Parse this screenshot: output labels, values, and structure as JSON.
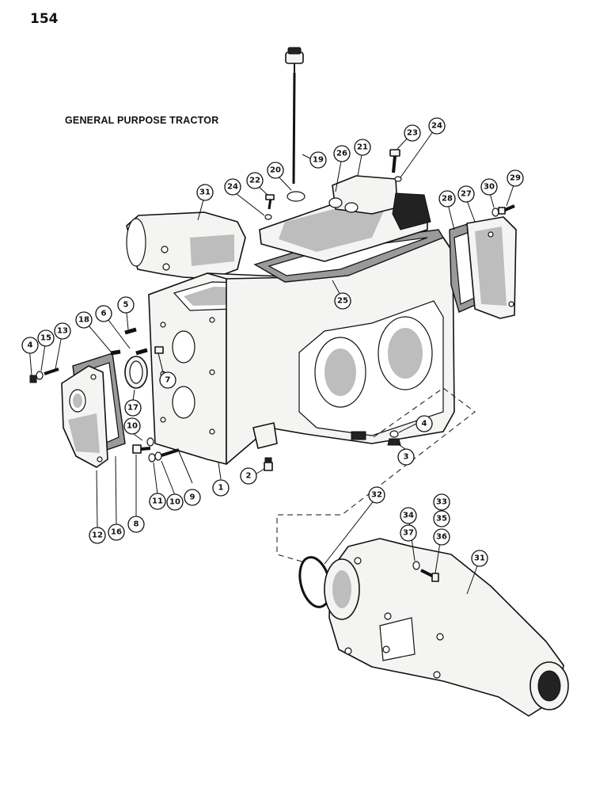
{
  "page_number": "154",
  "caption": "GENERAL PURPOSE TRACTOR",
  "callouts": [
    "1",
    "2",
    "3",
    "4",
    "4",
    "5",
    "6",
    "7",
    "8",
    "9",
    "10",
    "10",
    "11",
    "12",
    "13",
    "15",
    "16",
    "17",
    "18",
    "19",
    "20",
    "21",
    "22",
    "23",
    "24",
    "24",
    "25",
    "26",
    "27",
    "28",
    "29",
    "30",
    "31",
    "31",
    "32",
    "33",
    "34",
    "35",
    "36",
    "37"
  ]
}
